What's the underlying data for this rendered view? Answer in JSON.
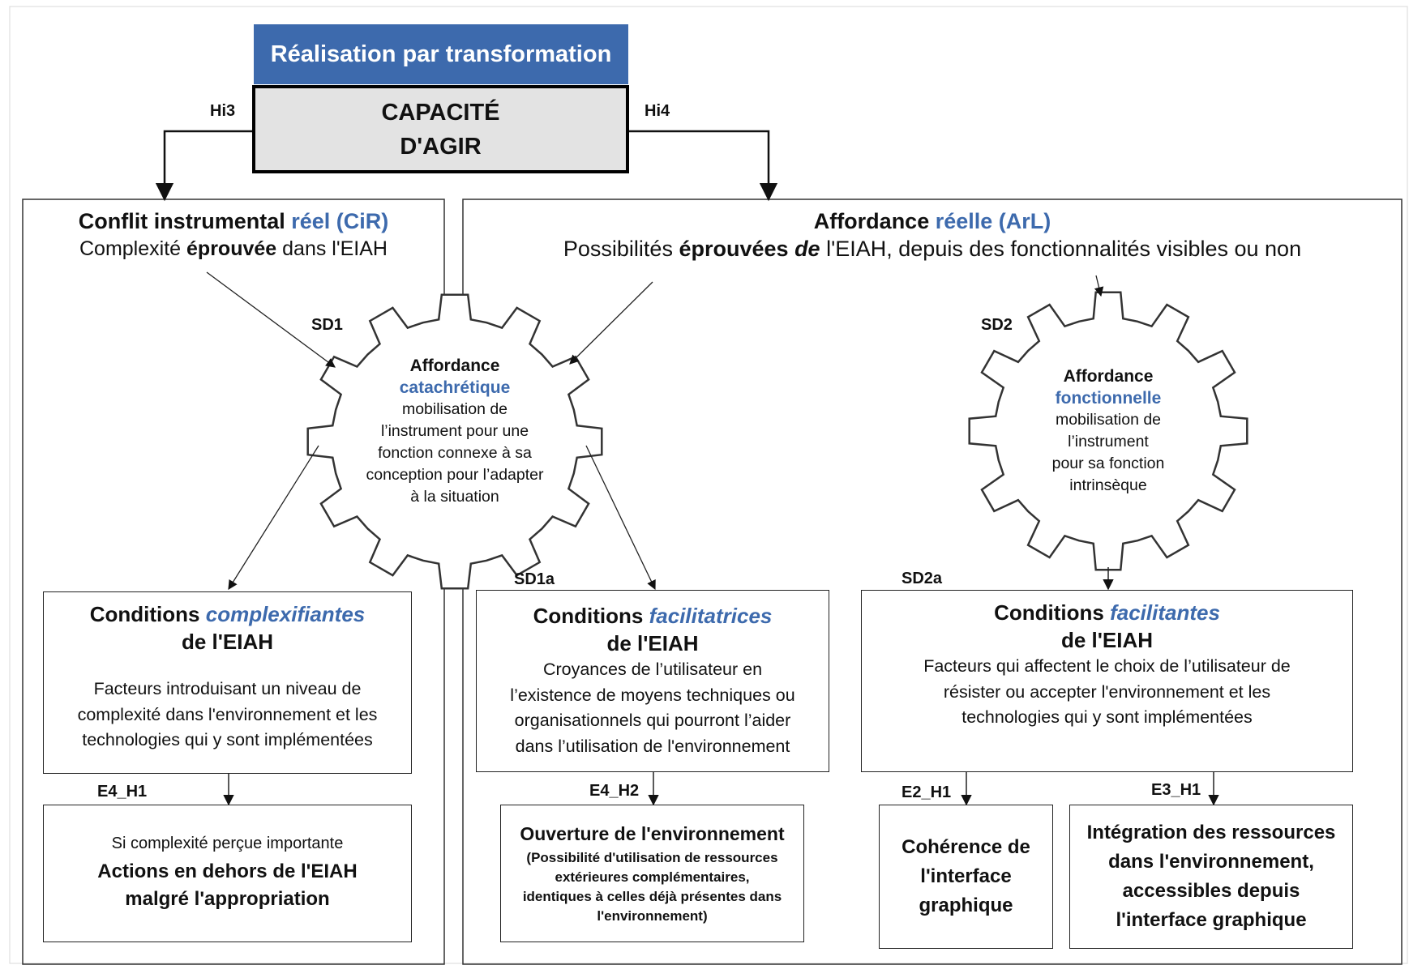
{
  "title_banner": "Réalisation par transformation",
  "capacite": {
    "line1": "CAPACITÉ",
    "line2": "D'AGIR"
  },
  "edges": {
    "hi3": "Hi3",
    "hi4": "Hi4",
    "sd1": "SD1",
    "sd2": "SD2",
    "sd1a": "SD1a",
    "sd2a": "SD2a",
    "e4h1": "E4_H1",
    "e4h2": "E4_H2",
    "e2h1": "E2_H1",
    "e3h1": "E3_H1"
  },
  "left_panel": {
    "title_black": "Conflit instrumental",
    "title_blue": "réel (CiR)",
    "sub_a": "Complexité",
    "sub_b": "éprouvée",
    "sub_c": "dans l'EIAH"
  },
  "right_panel": {
    "title_black": "Affordance",
    "title_blue": "réelle (ArL)",
    "sub_a": "Possibilités",
    "sub_b": "éprouvées",
    "sub_c": "de",
    "sub_d": "l'EIAH, depuis des fonctionnalités visibles ou non"
  },
  "gear1": {
    "line1": "Affordance",
    "line2": "catachrétique",
    "lines": [
      "mobilisation de",
      "l’instrument pour une",
      "fonction connexe à sa",
      "conception pour l’adapter",
      "à la situation"
    ]
  },
  "gear2": {
    "line1": "Affordance",
    "line2": "fonctionnelle",
    "lines": [
      "mobilisation de",
      "l’instrument",
      "pour sa fonction",
      "intrinsèque"
    ]
  },
  "cond_complex": {
    "title_a": "Conditions",
    "title_b": "complexifiantes",
    "title_c": "de l'EIAH",
    "desc": [
      "Facteurs introduisant un niveau de",
      "complexité dans l'environnement et les",
      "technologies qui y sont implémentées"
    ]
  },
  "cond_facilitatrices": {
    "title_a": "Conditions",
    "title_b": "facilitatrices",
    "title_c": "de l'EIAH",
    "desc": [
      "Croyances de l’utilisateur en",
      "l’existence de moyens techniques ou",
      "organisationnels qui pourront l’aider",
      "dans l’utilisation de l'environnement"
    ]
  },
  "cond_facilitantes": {
    "title_a": "Conditions",
    "title_b": "facilitantes",
    "title_c": "de l'EIAH",
    "desc": [
      "Facteurs qui affectent le choix de l’utilisateur de",
      "résister ou accepter l'environnement et les",
      "technologies qui y sont implémentées"
    ]
  },
  "result_e4h1": {
    "small": "Si complexité perçue importante",
    "line1": "Actions en dehors de l'EIAH",
    "line2": "malgré l'appropriation"
  },
  "result_e4h2": {
    "title": "Ouverture de l'environnement",
    "lines": [
      "(Possibilité d'utilisation de ressources",
      "extérieures complémentaires,",
      "identiques à  celles déjà présentes dans",
      "l'environnement)"
    ]
  },
  "result_e2h1": {
    "lines": [
      "Cohérence de",
      "l'interface",
      "graphique"
    ]
  },
  "result_e3h1": {
    "lines": [
      "Intégration des ressources",
      "dans l'environnement,",
      "accessibles depuis",
      "l'interface graphique"
    ]
  }
}
